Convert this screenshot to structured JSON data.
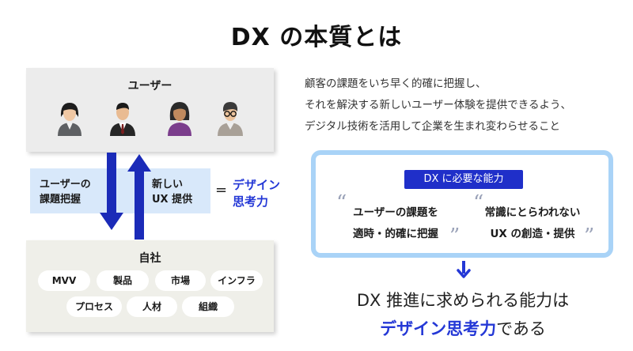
{
  "title": "DX の本質とは",
  "user_box": {
    "title": "ユーザー"
  },
  "band": {
    "left_line1": "ユーザーの",
    "left_line2": "課題把握",
    "right_line1": "新しい",
    "right_line2": "UX 提供",
    "equals": "=",
    "design_line1": "デザイン",
    "design_line2": "思考力"
  },
  "company_box": {
    "title": "自社",
    "pills": [
      "MVV",
      "製品",
      "市場",
      "インフラ",
      "プロセス",
      "人材",
      "組織"
    ]
  },
  "description": {
    "line1": "顧客の課題をいち早く的確に把握し、",
    "line2": "それを解決する新しいユーザー体験を提供できるよう、",
    "line3": "デジタル技術を活用して企業を生まれ変わらせること"
  },
  "ability": {
    "tag": "DX に必要な能力",
    "item1_line1": "ユーザーの課題を",
    "item1_line2": "適時・的確に把握",
    "item2_line1": "常識にとらわれない",
    "item2_line2": "UX の創造・提供"
  },
  "conclusion": {
    "line1": "DX 推進に求められる能力は",
    "line2_highlight": "デザイン思考力",
    "line2_rest": "である"
  },
  "colors": {
    "accent_blue": "#2438d6",
    "arrow_navy": "#1b2bb8",
    "band_bg": "#d8e8fa",
    "box_gray": "#ececec",
    "ability_border": "#a9d3f7"
  },
  "icons": [
    "person-woman-icon",
    "person-businessman-icon",
    "person-woman-purple-icon",
    "person-glasses-icon",
    "arrow-down-icon",
    "arrow-up-icon",
    "arrow-down-small-icon",
    "open-quote-icon",
    "close-quote-icon"
  ]
}
